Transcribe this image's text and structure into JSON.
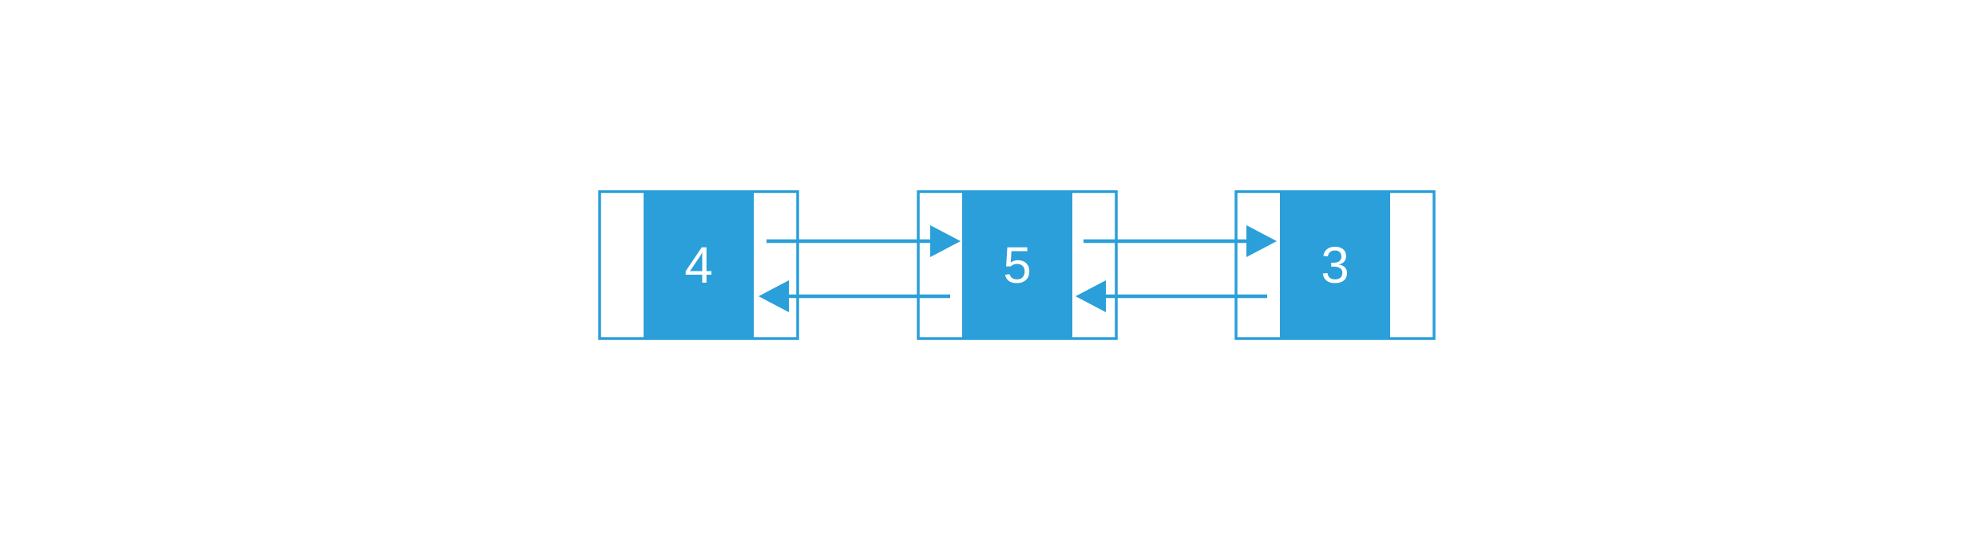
{
  "colors": {
    "accent": "#2B9FD9",
    "background": "#FFFFFF",
    "value_text": "#FFFFFF"
  },
  "nodes": [
    {
      "value": "4"
    },
    {
      "value": "5"
    },
    {
      "value": "3"
    }
  ]
}
